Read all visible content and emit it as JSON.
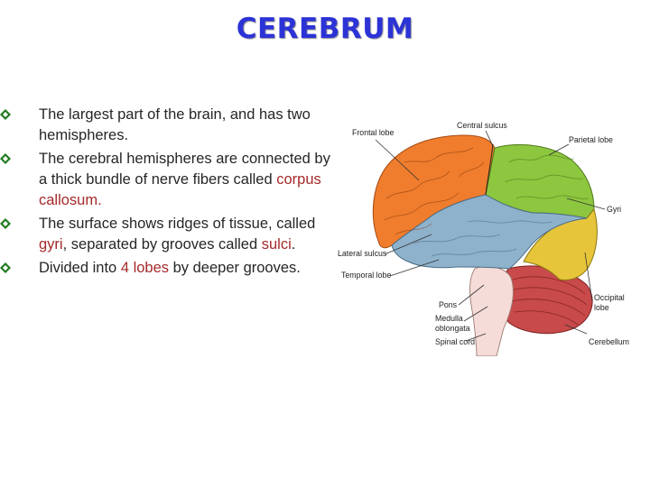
{
  "slide": {
    "title": "CEREBRUM",
    "bullets": [
      {
        "segments": [
          "The largest part of the brain, and has two hemispheres."
        ]
      },
      {
        "segments": [
          "The cerebral hemispheres are connected by a thick bundle of nerve fibers called ",
          "corpus callosum."
        ]
      },
      {
        "segments": [
          " The surface shows ridges of tissue, called ",
          "gyri",
          ", separated by grooves called ",
          "sulci",
          "."
        ]
      },
      {
        "segments": [
          "Divided into  ",
          "4 lobes",
          " by deeper grooves."
        ]
      }
    ]
  },
  "figure": {
    "labels": {
      "frontal_lobe": "Frontal lobe",
      "central_sulcus": "Central sulcus",
      "parietal_lobe": "Parietal lobe",
      "gyri": "Gyri",
      "lateral_sulcus": "Lateral sulcus",
      "temporal_lobe": "Temporal lobe",
      "occipital_lobe_1": "Occipital",
      "occipital_lobe_2": "lobe",
      "pons": "Pons",
      "medulla_1": "Medulla",
      "medulla_2": "oblongata",
      "spinal_cord": "Spinal cord",
      "cerebellum": "Cerebellum"
    }
  },
  "colors": {
    "title": "#2c33d6",
    "highlight": "#a52a2a",
    "bullet_marker": "#1f7a1f",
    "frontal": "#ef7d2d",
    "parietal": "#8dc63f",
    "temporal": "#8fb2cc",
    "occipital": "#e6c53a",
    "cerebellum": "#c84a4a"
  }
}
